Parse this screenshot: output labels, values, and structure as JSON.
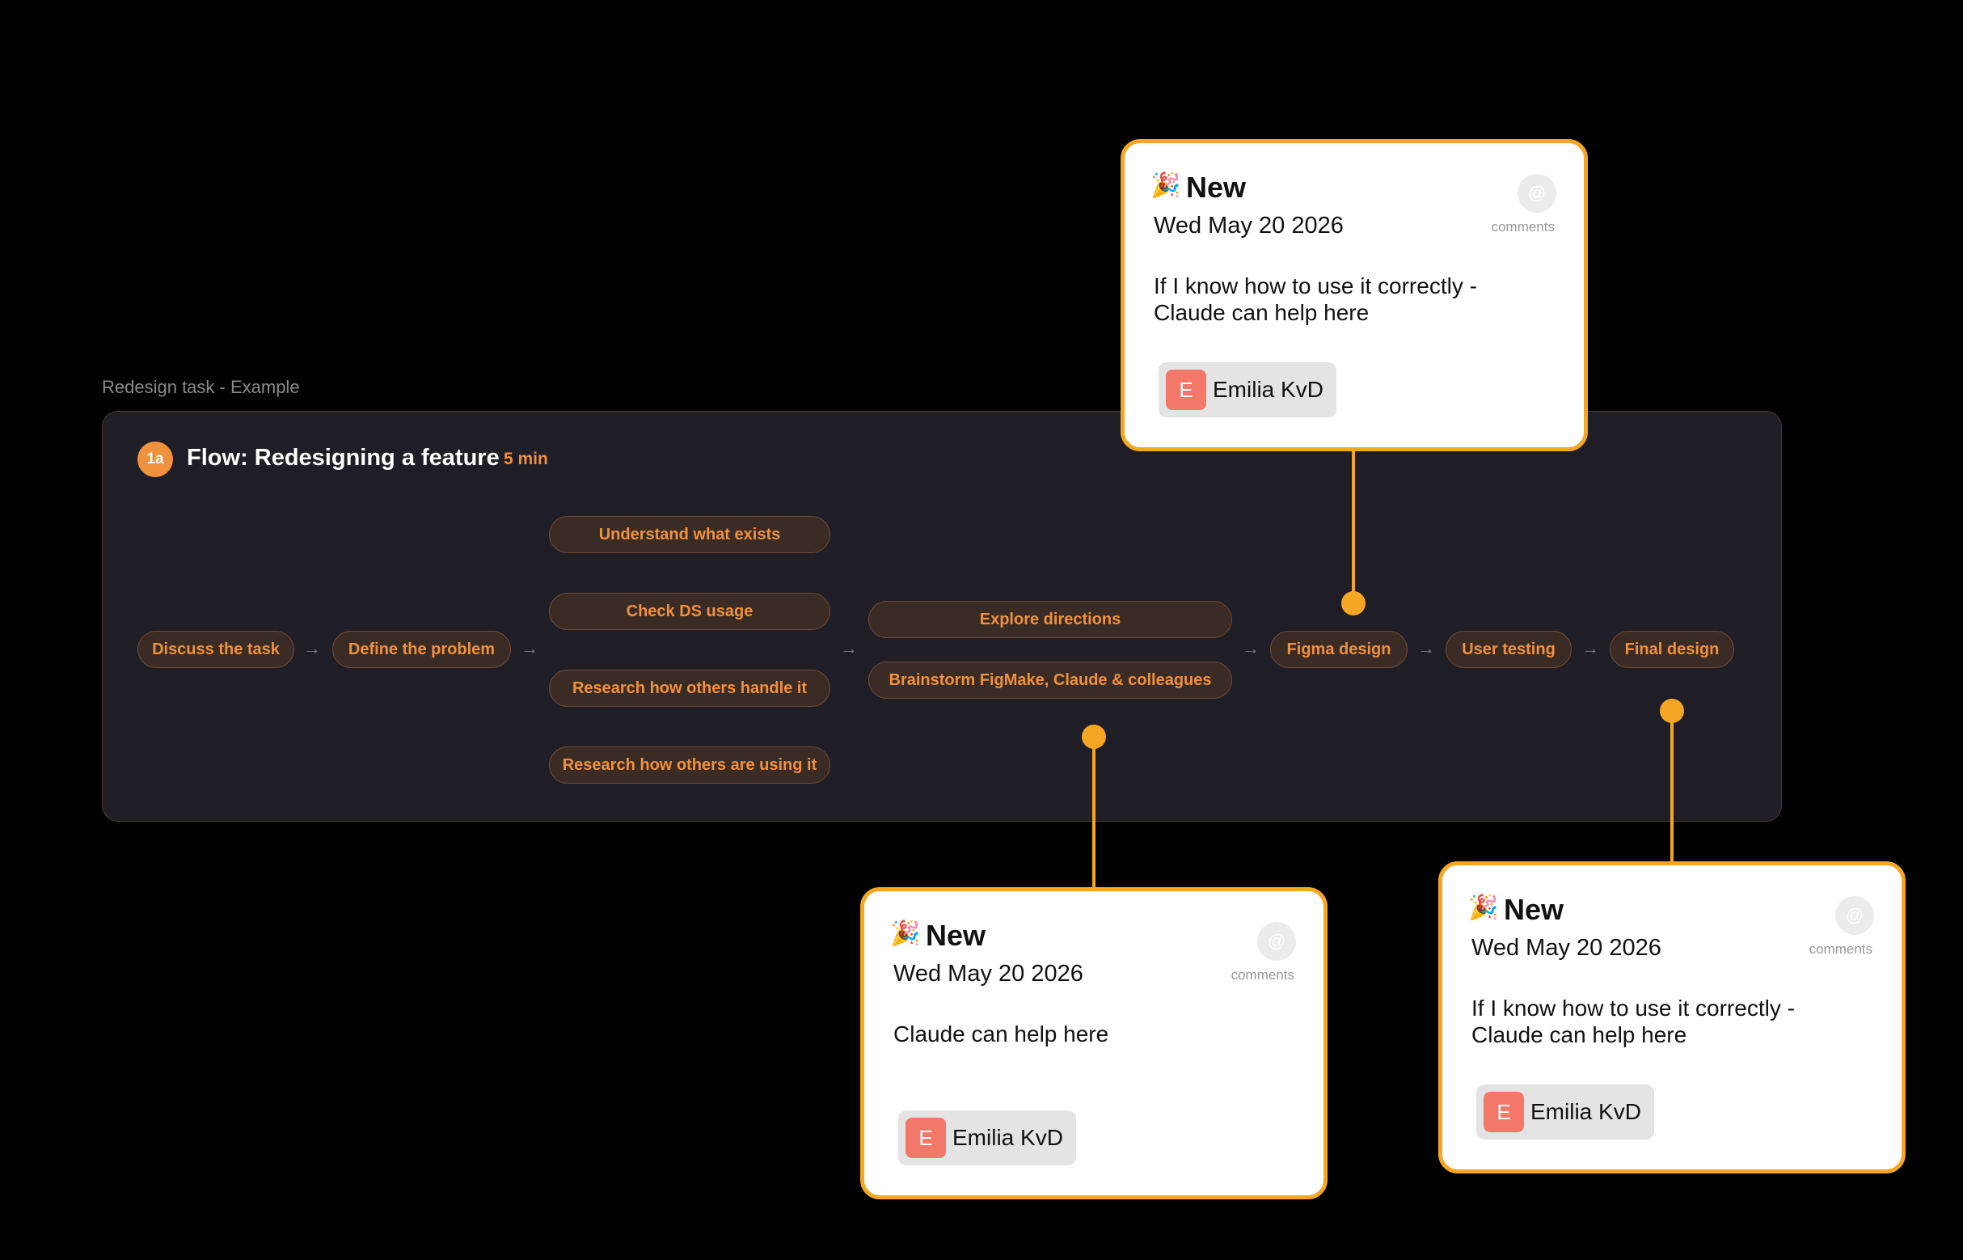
{
  "frame": {
    "label": "Redesign task - Example"
  },
  "flow": {
    "badge": "1a",
    "title": "Flow: Redesigning a feature",
    "duration": "5 min",
    "arrow_glyph": "→",
    "steps": {
      "discuss": "Discuss the task",
      "define": "Define the problem",
      "understand": "Understand what exists",
      "check_ds": "Check DS usage",
      "research_handle": "Research how others handle it",
      "research_using": "Research how others are using  it",
      "explore": "Explore directions",
      "brainstorm": "Brainstorm FigMake, Claude & colleagues",
      "figma": "Figma  design",
      "user_testing": "User testing",
      "final": "Final design"
    }
  },
  "comments": [
    {
      "emoji": "🎉",
      "title": "New",
      "date": "Wed May 20 2026",
      "body": "If I know how to use it correctly - Claude can help here",
      "mention_icon": "@",
      "mention_label": "comments",
      "author_initial": "E",
      "author": "Emilia KvD"
    },
    {
      "emoji": "🎉",
      "title": "New",
      "date": "Wed May 20 2026",
      "body": "Claude can help here",
      "mention_icon": "@",
      "mention_label": "comments",
      "author_initial": "E",
      "author": "Emilia KvD"
    },
    {
      "emoji": "🎉",
      "title": "New",
      "date": "Wed May 20 2026",
      "body": "If I know how to use it correctly - Claude can help here",
      "mention_icon": "@",
      "mention_label": "comments",
      "author_initial": "E",
      "author": "Emilia KvD"
    }
  ],
  "colors": {
    "accent": "#f5a623",
    "pill_text": "#f0913d",
    "pill_bg": "#3b2b25",
    "frame_bg": "#1f1d26",
    "avatar": "#f4786a"
  }
}
